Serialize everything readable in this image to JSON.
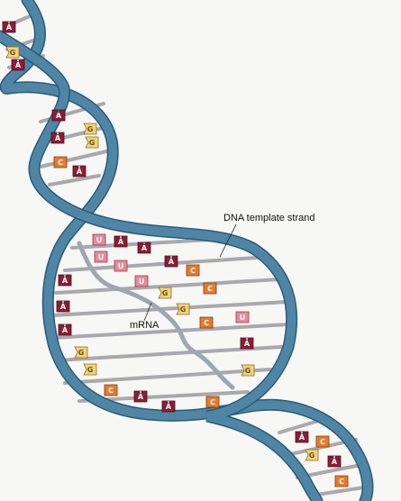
{
  "labels": {
    "dna_template_strand": "DNA  template strand",
    "mrna": "mRNA"
  },
  "colors": {
    "backbone": "#4f86a6",
    "backbone_edge": "#2c5a78",
    "rung": "#a9a9ad",
    "mrna_strand": "#9ea6b0",
    "base_A": "#8c1d35",
    "base_G": "#f2d27a",
    "base_C": "#e87a2c",
    "base_U": "#e58a9c",
    "background": "#f7f7f5"
  },
  "bases": {
    "A": "A",
    "G": "G",
    "C": "C",
    "U": "U"
  }
}
